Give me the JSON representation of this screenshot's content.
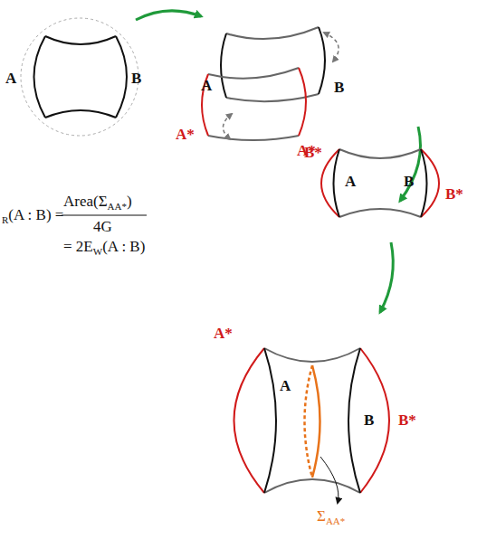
{
  "diagram": {
    "labels": [
      "A",
      "B",
      "A",
      "B",
      "A*",
      "B*",
      "A*",
      "A",
      "B",
      "B*",
      "A*",
      "A",
      "B",
      "B*",
      "Σ",
      "AA*",
      "R",
      "(A : B) =",
      "Area(Σ",
      "AA*",
      ")",
      "4G",
      "= 2E",
      "W",
      "(A : B)"
    ]
  }
}
